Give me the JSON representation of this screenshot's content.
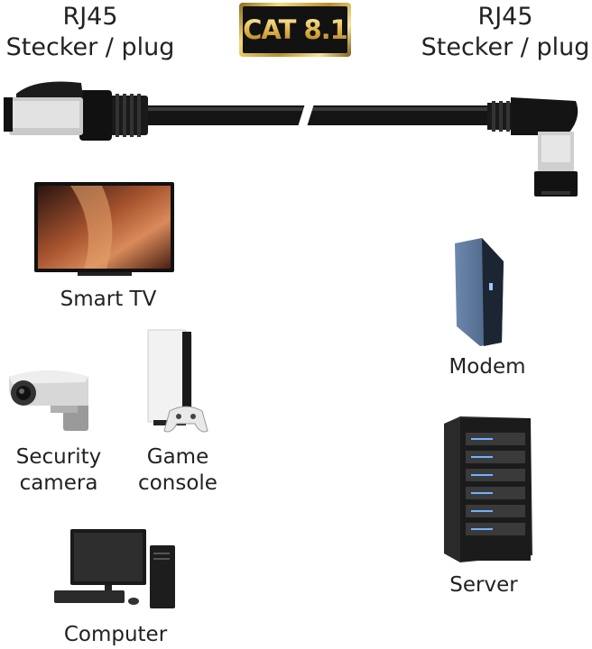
{
  "header": {
    "left_plug": {
      "line1": "RJ45",
      "line2": "Stecker / plug"
    },
    "right_plug": {
      "line1": "RJ45",
      "line2": "Stecker / plug"
    },
    "badge": "CAT 8.1"
  },
  "devices": {
    "smart_tv": "Smart TV",
    "modem": "Modem",
    "security_camera": {
      "line1": "Security",
      "line2": "camera"
    },
    "game_console": {
      "line1": "Game",
      "line2": "console"
    },
    "server": "Server",
    "computer": "Computer"
  }
}
